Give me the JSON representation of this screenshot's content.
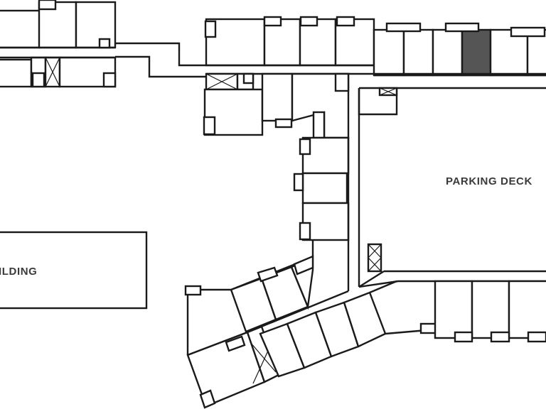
{
  "labels": {
    "parking_deck": "PARKING DECK",
    "building": "ILDING"
  },
  "colors": {
    "wall": "#1a1a1a",
    "label": "#3a3a3a",
    "highlight": "#555555",
    "background": "#ffffff"
  },
  "highlighted_unit": {
    "state": "selected"
  }
}
